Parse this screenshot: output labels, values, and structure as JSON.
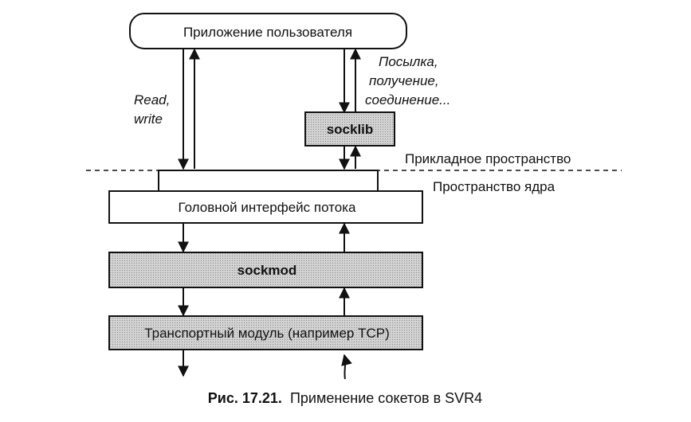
{
  "diagram": {
    "user_app": "Приложение пользователя",
    "read_write_1": "Read,",
    "read_write_2": "write",
    "send_1": "Посылка,",
    "send_2": "получение,",
    "send_3": "соединение...",
    "socklib": "socklib",
    "user_space": "Прикладное пространство",
    "kernel_space": "Пространство ядра",
    "stream_head": "Головной интерфейс потока",
    "sockmod": "sockmod",
    "transport": "Транспортный модуль (например TCP)"
  },
  "caption": {
    "prefix": "Рис. 17.21.",
    "text": "Применение сокетов в SVR4"
  },
  "colors": {
    "gray_box": "#c8c8c8",
    "stroke": "#111111"
  }
}
